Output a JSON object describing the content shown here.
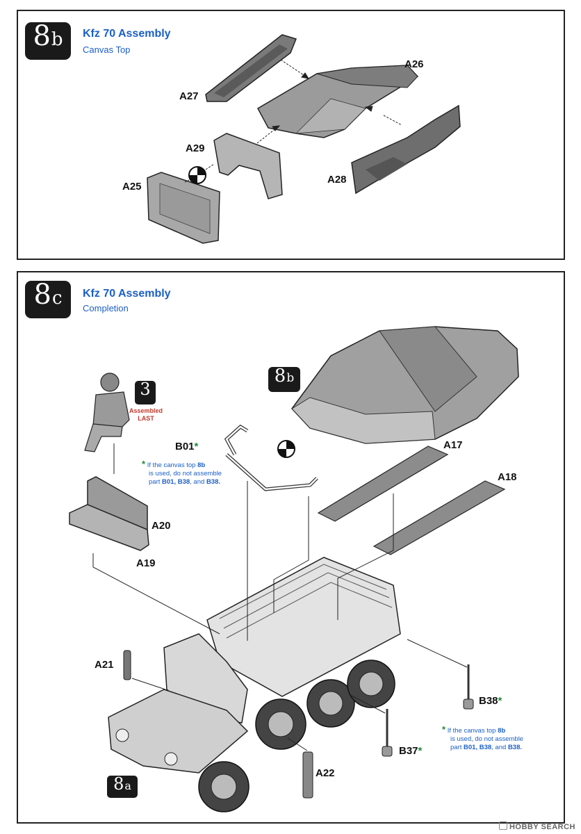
{
  "step8b": {
    "num": "8",
    "letter": "b",
    "title": "Kfz 70 Assembly",
    "subtitle": "Canvas Top",
    "parts": {
      "a26": "A26",
      "a27": "A27",
      "a28": "A28",
      "a29": "A29",
      "a25": "A25"
    }
  },
  "step8c": {
    "num": "8",
    "letter": "c",
    "title": "Kfz 70 Assembly",
    "subtitle": "Completion",
    "ref_8b": {
      "num": "8",
      "letter": "b"
    },
    "ref_3": {
      "num": "3",
      "line1": "Assembled",
      "line2": "LAST"
    },
    "ref_8a": {
      "num": "8",
      "letter": "a"
    },
    "parts": {
      "b01": "B01",
      "a17": "A17",
      "a18": "A18",
      "a20": "A20",
      "a19": "A19",
      "a21": "A21",
      "b38": "B38",
      "b37": "B37",
      "a22": "A22"
    },
    "asterisk": "*",
    "note_left": {
      "l1": "If the canvas top ",
      "l1b": "8b",
      "l2": "is used, do not assemble",
      "l3a": "part ",
      "l3b": "B01, B38",
      "l3c": ", and ",
      "l3d": "B38."
    },
    "note_right": {
      "l1": "If the canvas top ",
      "l1b": "8b",
      "l2": "is used, do not assemble",
      "l3a": "part ",
      "l3b": "B01, B38",
      "l3c": ", and ",
      "l3d": "B38."
    }
  },
  "watermark": "HOBBY SEARCH"
}
